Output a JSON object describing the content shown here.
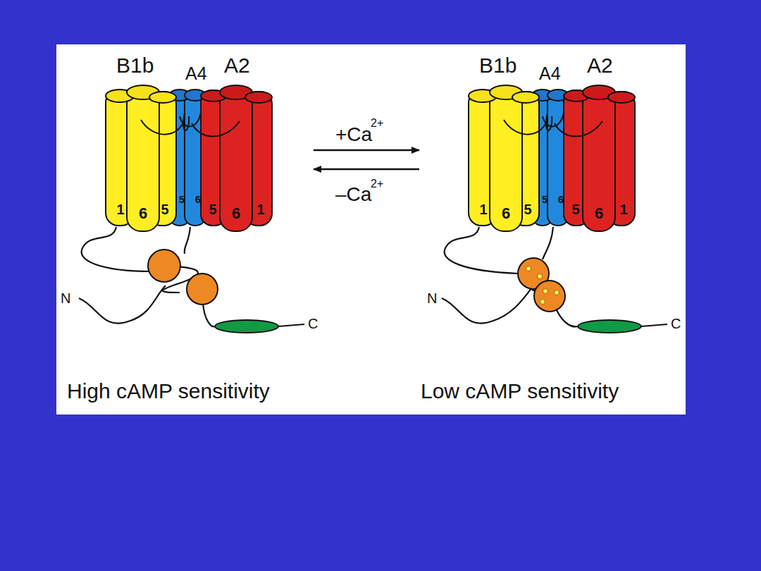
{
  "diagram": {
    "labels": [
      "B1b",
      "A4",
      "A2",
      "B1b",
      "A4",
      "A2",
      "+Ca",
      "2+",
      "–Ca",
      "2+",
      "1",
      "6",
      "5",
      "5",
      "6",
      "5",
      "6",
      "1",
      "N",
      "C",
      "High cAMP sensitivity",
      "1",
      "6",
      "5",
      "5",
      "6",
      "5",
      "6",
      "1",
      "N",
      "C",
      "Low cAMP sensitivity"
    ]
  }
}
